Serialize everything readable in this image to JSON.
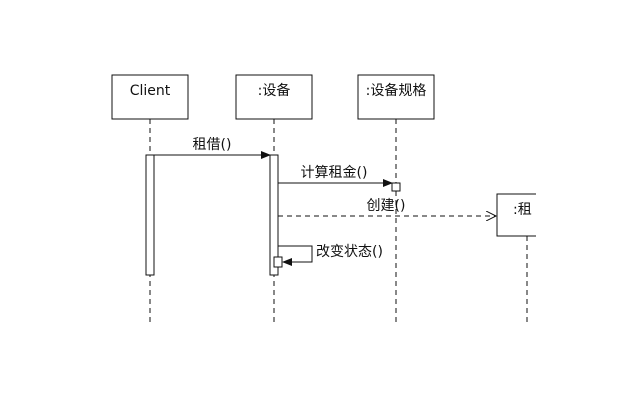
{
  "diagram": {
    "participants": [
      {
        "id": "client",
        "label": "Client"
      },
      {
        "id": "device",
        "label": ":设备"
      },
      {
        "id": "spec",
        "label": ":设备规格"
      },
      {
        "id": "rental",
        "label": ":租"
      }
    ],
    "messages": [
      {
        "from": "client",
        "to": "device",
        "label": "租借()",
        "style": "synchronous"
      },
      {
        "from": "device",
        "to": "spec",
        "label": "计算租金()",
        "style": "synchronous"
      },
      {
        "from": "device",
        "to": "rental",
        "label": "创建()",
        "style": "create"
      },
      {
        "from": "device",
        "to": "device",
        "label": "改变状态()",
        "style": "self"
      }
    ]
  }
}
